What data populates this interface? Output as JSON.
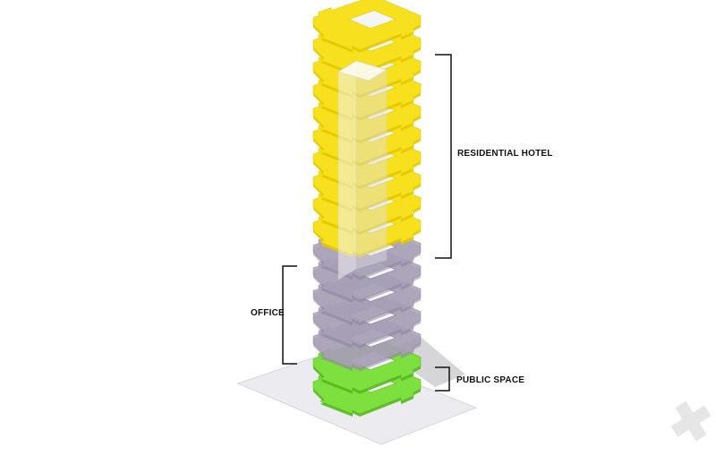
{
  "labels": {
    "residential": "RESIDENTIAL HOTEL",
    "office": "OFFICE",
    "public": "PUBLIC SPACE"
  },
  "stack": {
    "residential_floors": 10,
    "office_floors": 5,
    "public_floors": 2
  },
  "colors": {
    "residential": "#f7e01e",
    "residential_edge": "#e3c900",
    "office": "#aaa2b8",
    "office_edge": "#8d859e",
    "public": "#7ee03e",
    "public_edge": "#55b81c",
    "site": "#ececf0",
    "shadow": "#c8c8cc",
    "core": "#f4f5f7",
    "bracket": "#111111",
    "watermark": "#e6e6e6"
  },
  "icons": {
    "watermark": "plus-watermark-icon"
  }
}
